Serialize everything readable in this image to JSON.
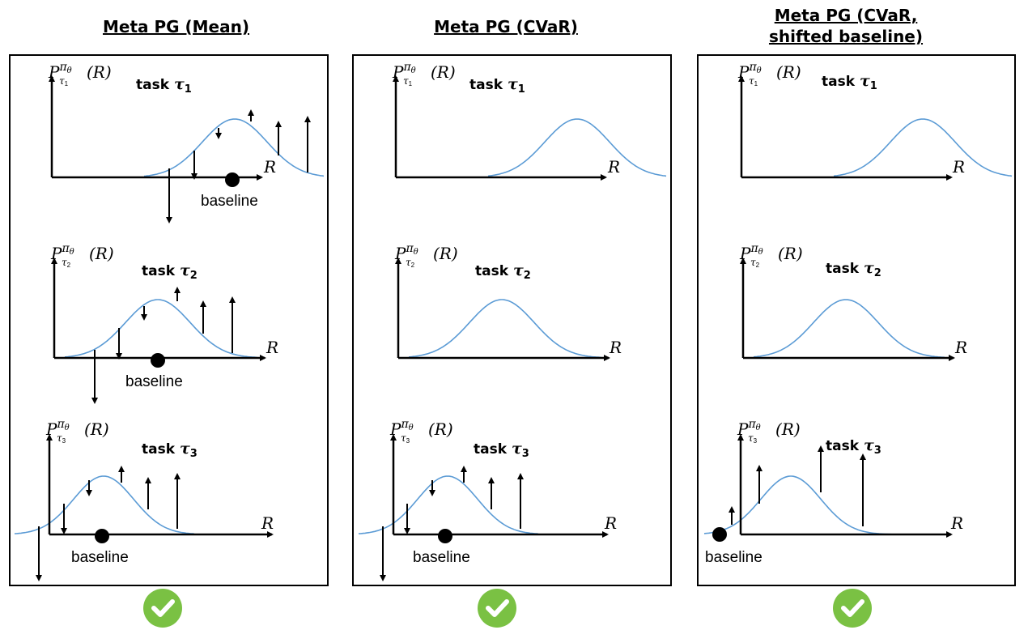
{
  "columns": [
    {
      "title": "Meta PG (Mean)",
      "tasks": [
        {
          "task_label": "task",
          "task_sym": "τ",
          "task_sub": "1",
          "baseline_label": "baseline"
        },
        {
          "task_label": "task",
          "task_sym": "τ",
          "task_sub": "2",
          "baseline_label": "baseline"
        },
        {
          "task_label": "task",
          "task_sym": "τ",
          "task_sub": "3",
          "baseline_label": "baseline"
        }
      ]
    },
    {
      "title": "Meta PG (CVaR)",
      "tasks": [
        {
          "task_label": "task",
          "task_sym": "τ",
          "task_sub": "1"
        },
        {
          "task_label": "task",
          "task_sym": "τ",
          "task_sub": "2"
        },
        {
          "task_label": "task",
          "task_sym": "τ",
          "task_sub": "3",
          "baseline_label": "baseline"
        }
      ]
    },
    {
      "title": "Meta PG (CVaR,\nshifted baseline)",
      "tasks": [
        {
          "task_label": "task",
          "task_sym": "τ",
          "task_sub": "1"
        },
        {
          "task_label": "task",
          "task_sym": "τ",
          "task_sub": "2"
        },
        {
          "task_label": "task",
          "task_sym": "τ",
          "task_sub": "3",
          "baseline_label": "baseline"
        }
      ]
    }
  ],
  "axis": {
    "y_label_base": "P",
    "y_label_sup": "π",
    "y_label_sup_sub": "θ",
    "y_label_sub_sym": "τ",
    "y_label_arg": "(R)",
    "x_label": "R"
  },
  "colors": {
    "curve": "#5b9bd5",
    "check": "#7ac143",
    "axis": "#000000"
  },
  "status_icon": "check-icon"
}
